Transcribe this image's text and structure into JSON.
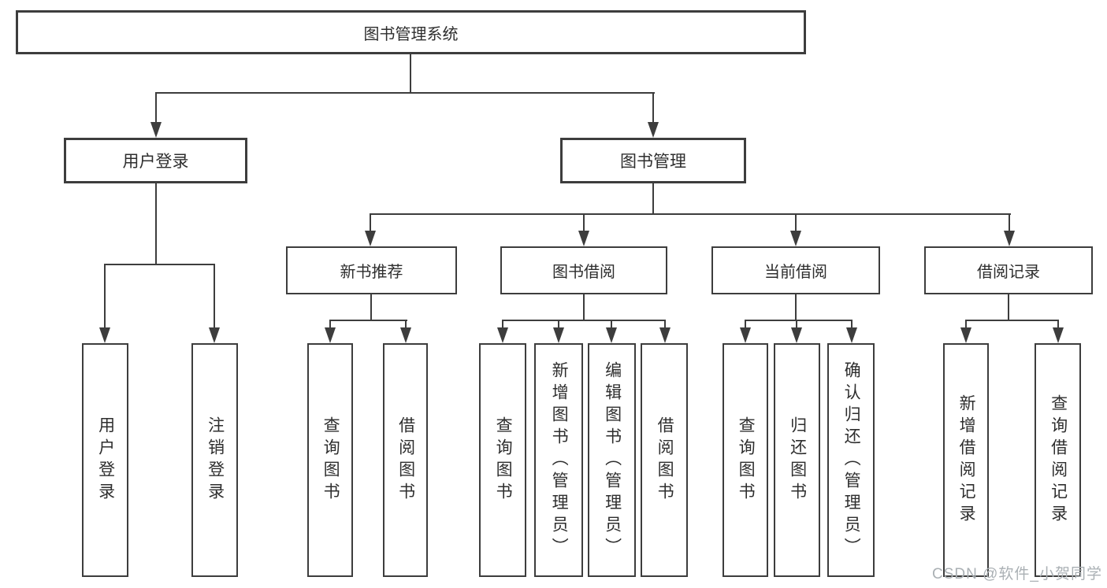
{
  "diagram": {
    "title": "图书管理系统",
    "type": "hierarchy-tree",
    "colors": {
      "line": "#3d3d3d",
      "box_border": "#3d3d3d",
      "text": "#2e2e2e",
      "background": "#ffffff",
      "watermark": "#aab0b4"
    },
    "nodes": {
      "root": {
        "label": "图书管理系统"
      },
      "user_login": {
        "label": "用户登录"
      },
      "book_mgmt": {
        "label": "图书管理"
      },
      "new_book_rec": {
        "label": "新书推荐"
      },
      "book_borrow": {
        "label": "图书借阅"
      },
      "current_borrow": {
        "label": "当前借阅"
      },
      "borrow_record": {
        "label": "借阅记录"
      },
      "leaf_user_login": {
        "label": "用户登录"
      },
      "leaf_logout": {
        "label": "注销登录"
      },
      "leaf_rec_query_book": {
        "label": "查询图书"
      },
      "leaf_rec_borrow_book": {
        "label": "借阅图书"
      },
      "leaf_bb_query_book": {
        "label": "查询图书"
      },
      "leaf_bb_add_book": {
        "label": "新增图书（管理员）"
      },
      "leaf_bb_edit_book": {
        "label": "编辑图书（管理员）"
      },
      "leaf_bb_borrow_book": {
        "label": "借阅图书"
      },
      "leaf_cb_query_book": {
        "label": "查询图书"
      },
      "leaf_cb_return_book": {
        "label": "归还图书"
      },
      "leaf_cb_confirm_return": {
        "label": "确认归还（管理员）"
      },
      "leaf_br_add_record": {
        "label": "新增借阅记录"
      },
      "leaf_br_query_record": {
        "label": "查询借阅记录"
      }
    },
    "hierarchy": {
      "图书管理系统": [
        "用户登录",
        "图书管理"
      ],
      "用户登录": [
        "用户登录",
        "注销登录"
      ],
      "图书管理": [
        "新书推荐",
        "图书借阅",
        "当前借阅",
        "借阅记录"
      ],
      "新书推荐": [
        "查询图书",
        "借阅图书"
      ],
      "图书借阅": [
        "查询图书",
        "新增图书（管理员）",
        "编辑图书（管理员）",
        "借阅图书"
      ],
      "当前借阅": [
        "查询图书",
        "归还图书",
        "确认归还（管理员）"
      ],
      "借阅记录": [
        "新增借阅记录",
        "查询借阅记录"
      ]
    },
    "watermark": {
      "text": "CSDN @软件_小贺同学"
    }
  }
}
